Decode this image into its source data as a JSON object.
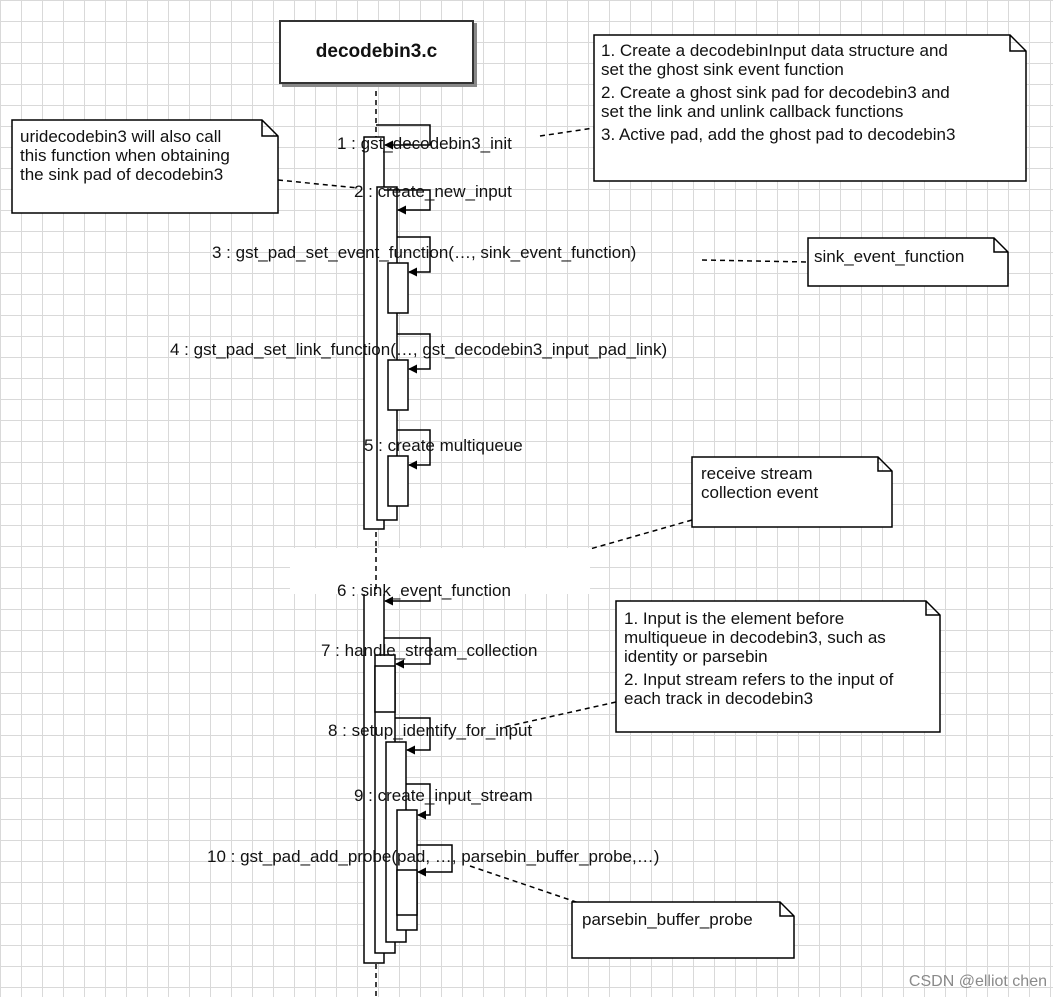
{
  "lifeline": {
    "title": "decodebin3.c"
  },
  "messages": [
    "1 : gst_decodebin3_init",
    "2 : create_new_input",
    "3 : gst_pad_set_event_function(…, sink_event_function)",
    "4 : gst_pad_set_link_function(…, gst_decodebin3_input_pad_link)",
    "5 : create multiqueue",
    "6 : sink_event_function",
    "7 : handle_stream_collection",
    "8 : setup_identify_for_input",
    "9 : create_input_stream",
    "10 : gst_pad_add_probe(pad, …, parsebin_buffer_probe,…)"
  ],
  "notes": {
    "init": [
      [
        "1. Create a decodebinInput data structure and",
        "set the ghost sink event function"
      ],
      [
        "2. Create a ghost sink pad for decodebin3 and",
        "set the link and unlink callback functions"
      ],
      [
        "3. Active pad, add the ghost pad to decodebin3"
      ]
    ],
    "uridecodebin": [
      "uridecodebin3 will also call",
      "this function when obtaining",
      "the sink pad of decodebin3"
    ],
    "sink_event": [
      "sink_event_function"
    ],
    "receive": [
      "receive stream",
      "collection event"
    ],
    "input": [
      [
        "1. Input is the element before",
        "multiqueue in decodebin3, such as",
        "identity or parsebin"
      ],
      [
        "2. Input stream refers to the input of",
        "each track in decodebin3"
      ]
    ],
    "parsebin": [
      "parsebin_buffer_probe"
    ]
  },
  "watermark": "CSDN @elliot chen"
}
